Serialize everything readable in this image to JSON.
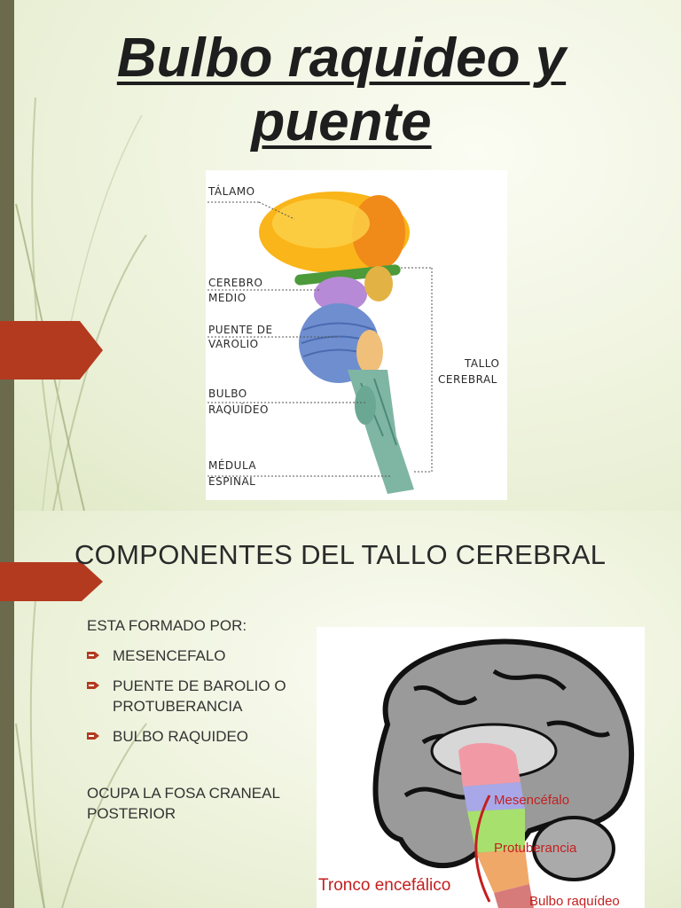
{
  "slide1": {
    "title": "Bulbo raquideo y puente",
    "figure_labels": {
      "talamo": "TÁLAMO",
      "cerebro_medio_1": "CEREBRO",
      "cerebro_medio_2": "MEDIO",
      "puente_1": "PUENTE DE",
      "puente_2": "VAROLIO",
      "bulbo_1": "BULBO",
      "bulbo_2": "RAQUÍDEO",
      "medula_1": "MÉDULA",
      "medula_2": "ESPINAL",
      "tallo_1": "TALLO",
      "tallo_2": "CEREBRAL"
    }
  },
  "slide2": {
    "subtitle": "COMPONENTES DEL TALLO CEREBRAL",
    "intro": "ESTA FORMADO POR:",
    "bullets": [
      "MESENCEFALO",
      "PUENTE DE BAROLIO O PROTUBERANCIA",
      "BULBO RAQUIDEO"
    ],
    "note": "OCUPA LA FOSA CRANEAL POSTERIOR",
    "figure_labels": {
      "mesencefalo": "Mesencéfalo",
      "protuberancia": "Protuberancia",
      "tronco": "Tronco encefálico",
      "bulbo": "Bulbo raquídeo"
    }
  },
  "colors": {
    "accent": "#b33a1f",
    "sidebar": "#6b6a4c",
    "text": "#333333",
    "title": "#1e1e1e"
  }
}
